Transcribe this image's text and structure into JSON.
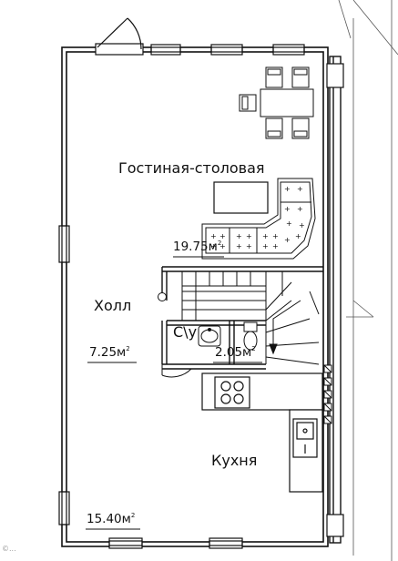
{
  "rooms": {
    "living": {
      "name": "Гостиная-столовая",
      "area_value": "19.75м",
      "area_unit_sup": "2"
    },
    "hall": {
      "name": "Холл",
      "area_value": "7.25м",
      "area_unit_sup": "2"
    },
    "wc": {
      "name": "С\\у",
      "area_value": "2.05м",
      "area_unit_sup": "2"
    },
    "kitchen": {
      "name": "Кухня",
      "area_value": "15.40м",
      "area_unit_sup": "2"
    }
  },
  "watermark": "©..."
}
